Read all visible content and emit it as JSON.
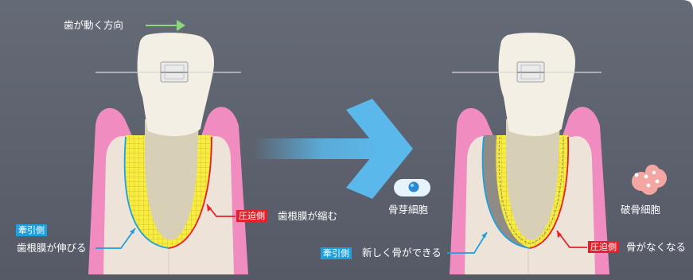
{
  "labels": {
    "direction": "歯が動く方向",
    "traction_tag_1": "牽引側",
    "pdl_stretch": "歯根膜が伸びる",
    "pressure_tag_1": "圧迫側",
    "pdl_shrink": "歯根膜が縮む",
    "osteoblast": "骨芽細胞",
    "osteoclast": "破骨細胞",
    "traction_tag_2": "牽引側",
    "new_bone": "新しく骨ができる",
    "pressure_tag_2": "圧迫側",
    "bone_lost": "骨がなくなる"
  },
  "colors": {
    "background": "#5f6471",
    "gum": "#f08cc0",
    "bone": "#ede3d8",
    "crown": "#f3efe4",
    "root": "#d8cfb7",
    "ligament": "#f5ee3e",
    "traction": "#1ea0dc",
    "pressure": "#e6202a",
    "arrow": "#5bb8ea"
  }
}
